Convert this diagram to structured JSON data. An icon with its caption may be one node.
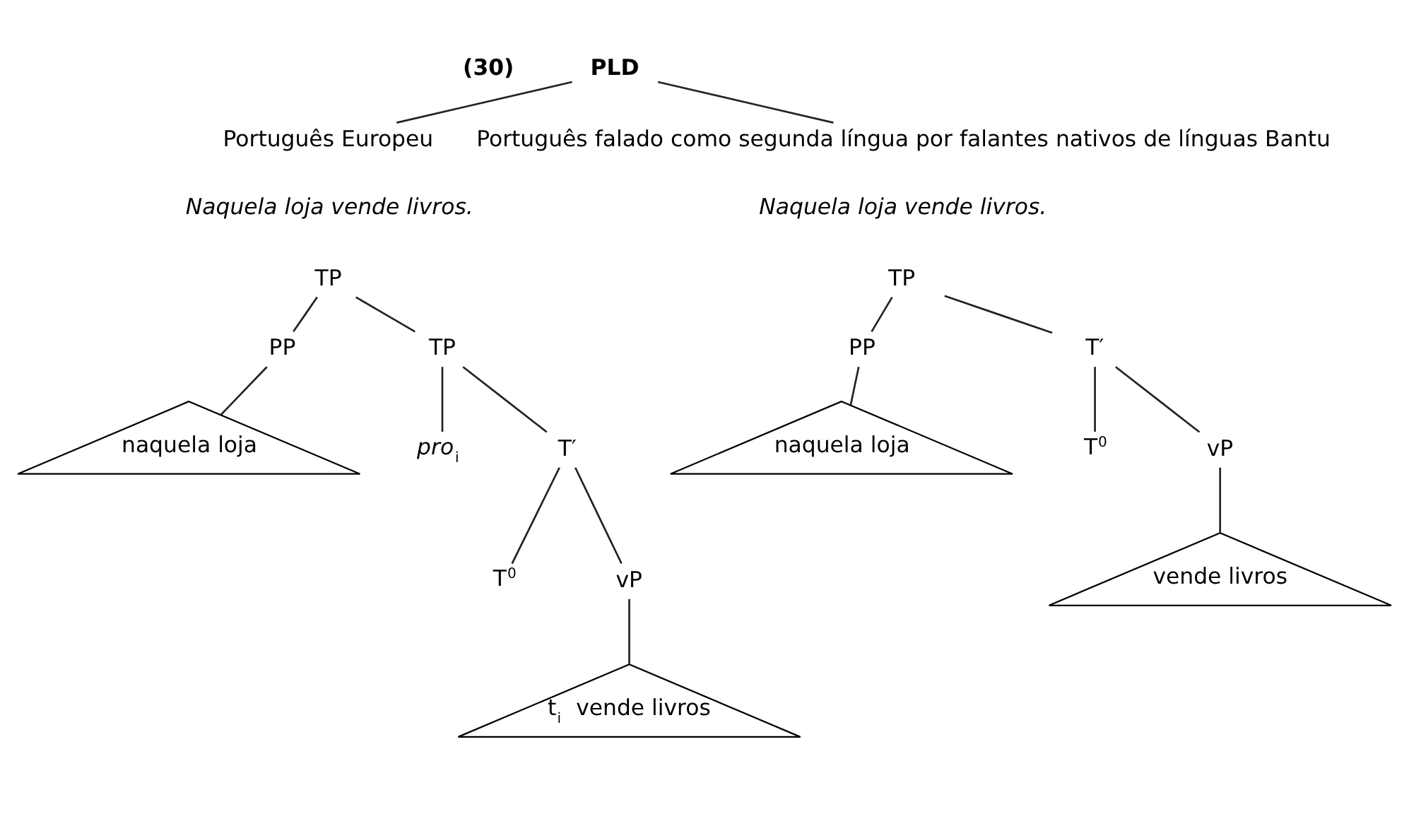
{
  "diagram": {
    "nodes": [
      {
        "text": [
          "PLD"
        ]
      },
      {
        "text": [
          "Português Europeu"
        ]
      },
      {
        "text": [
          "Português falado como segunda língua por falantes nativos de línguas Bantu"
        ]
      },
      {
        "text": [
          "TP"
        ]
      },
      {
        "text": [
          "PP"
        ]
      },
      {
        "text": [
          "naquela loja"
        ]
      },
      {
        "text": [
          "TP"
        ]
      },
      {
        "text": [
          "*pro*$_{i}$"
        ]
      },
      {
        "text": [
          "T′"
        ]
      },
      {
        "text": [
          "T$^{0}$"
        ]
      },
      {
        "text": [
          "vP"
        ]
      },
      {
        "text": [
          "t$_{i}$ vende livros"
        ]
      },
      {
        "text": [
          "TP"
        ]
      },
      {
        "text": [
          "PP"
        ]
      },
      {
        "text": [
          "naquela loja"
        ]
      },
      {
        "text": [
          "T′"
        ]
      },
      {
        "text": [
          "T$^{0}$"
        ]
      },
      {
        "text": [
          "vP"
        ]
      },
      {
        "text": [
          "vende livros"
        ]
      }
    ],
    "edges": [
      {
        "from": 0,
        "to": 1,
        "arrow": "none"
      },
      {
        "from": 0,
        "to": 2,
        "arrow": "none"
      },
      {
        "from": 3,
        "to": 4,
        "arrow": "none"
      },
      {
        "from": 4,
        "to": 5,
        "arrow": "none"
      },
      {
        "from": 3,
        "to": 6,
        "arrow": "none"
      },
      {
        "from": 6,
        "to": 7,
        "arrow": "none"
      },
      {
        "from": 6,
        "to": 8,
        "arrow": "none"
      },
      {
        "from": 8,
        "to": 9,
        "arrow": "none"
      },
      {
        "from": 8,
        "to": 10,
        "arrow": "none"
      },
      {
        "from": 10,
        "to": 11,
        "arrow": "none"
      },
      {
        "from": 12,
        "to": 13,
        "arrow": "none"
      },
      {
        "from": 13,
        "to": 14,
        "arrow": "none"
      },
      {
        "from": 12,
        "to": 15,
        "arrow": "none"
      },
      {
        "from": 15,
        "to": 16,
        "arrow": "none"
      },
      {
        "from": 15,
        "to": 17,
        "arrow": "none"
      },
      {
        "from": 17,
        "to": 18,
        "arrow": "none"
      }
    ],
    "labels": [
      "(30)",
      "Naquela loja vende livros.",
      "Naquela loja vende livros."
    ]
  }
}
